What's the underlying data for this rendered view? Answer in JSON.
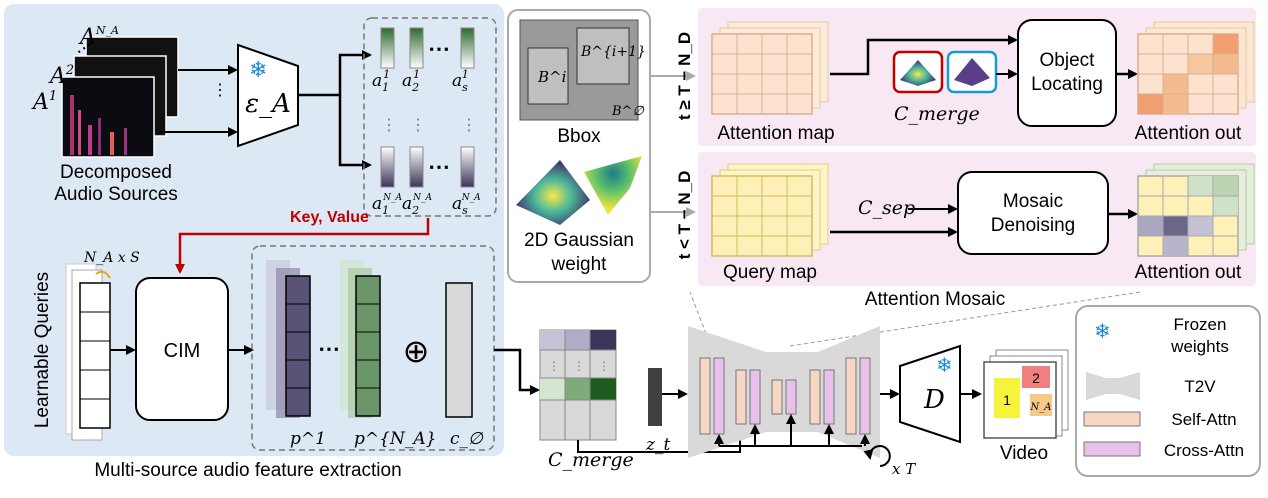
{
  "audio_panel": {
    "source_labels": [
      "A",
      "A",
      "A"
    ],
    "source_sups": [
      "1",
      "2",
      "N_A"
    ],
    "source_caption_line1": "Decomposed",
    "source_caption_line2": "Audio Sources",
    "encoder_label": "ε_A",
    "feature_top_labels": [
      "a_1^1",
      "a_2^1",
      "a_s^1"
    ],
    "feature_bottom_labels": [
      "a_1^{N_A}",
      "a_2^{N_A}",
      "a_s^{N_A}"
    ],
    "key_value_label": "Key, Value",
    "queries_label": "Learnable Queries",
    "queries_dim": "N_A x S",
    "cim_label": "CIM",
    "token_labels": [
      "p^1",
      "p^{N_A}",
      "c_∅"
    ],
    "oplus": "⊕",
    "caption": "Multi-source audio feature extraction"
  },
  "bbox_panel": {
    "bbox_labels": [
      "B^i",
      "B^{i+1}",
      "B^∅"
    ],
    "bbox_caption": "Bbox",
    "gaussian_caption_line1": "2D Gaussian",
    "gaussian_caption_line2": "weight"
  },
  "mosaic": {
    "cond_top": "t ≥ T − N_D",
    "cond_bottom": "t < T − N_D",
    "attention_map_label": "Attention map",
    "c_merge_label": "C_merge",
    "object_locating_line1": "Object",
    "object_locating_line2": "Locating",
    "attention_out_top": "Attention out",
    "query_map_label": "Query map",
    "c_sep_label": "C_sep",
    "mosaic_denoising_line1": "Mosaic",
    "mosaic_denoising_line2": "Denoising",
    "attention_out_bottom": "Attention out",
    "caption": "Attention Mosaic"
  },
  "pipeline": {
    "c_merge_label": "C_merge",
    "zt_label": "z_t",
    "decoder_label": "D",
    "loop_label": "x T",
    "video_caption": "Video",
    "video_numbers": [
      "2",
      "1",
      "N_A"
    ]
  },
  "legend": {
    "frozen_line1": "Frozen",
    "frozen_line2": "weights",
    "t2v": "T2V",
    "self_attn": "Self-Attn",
    "cross_attn": "Cross-Attn"
  },
  "colors": {
    "audio_panel_bg": "#dde8f5",
    "mosaic_bg": "#f8e8f4",
    "arrow_red": "#c00000",
    "self_attn": "#f7d6c3",
    "cross_attn": "#e7c1e9",
    "green_dark": "#2f5a2f",
    "purple_dark": "#3d3559"
  }
}
